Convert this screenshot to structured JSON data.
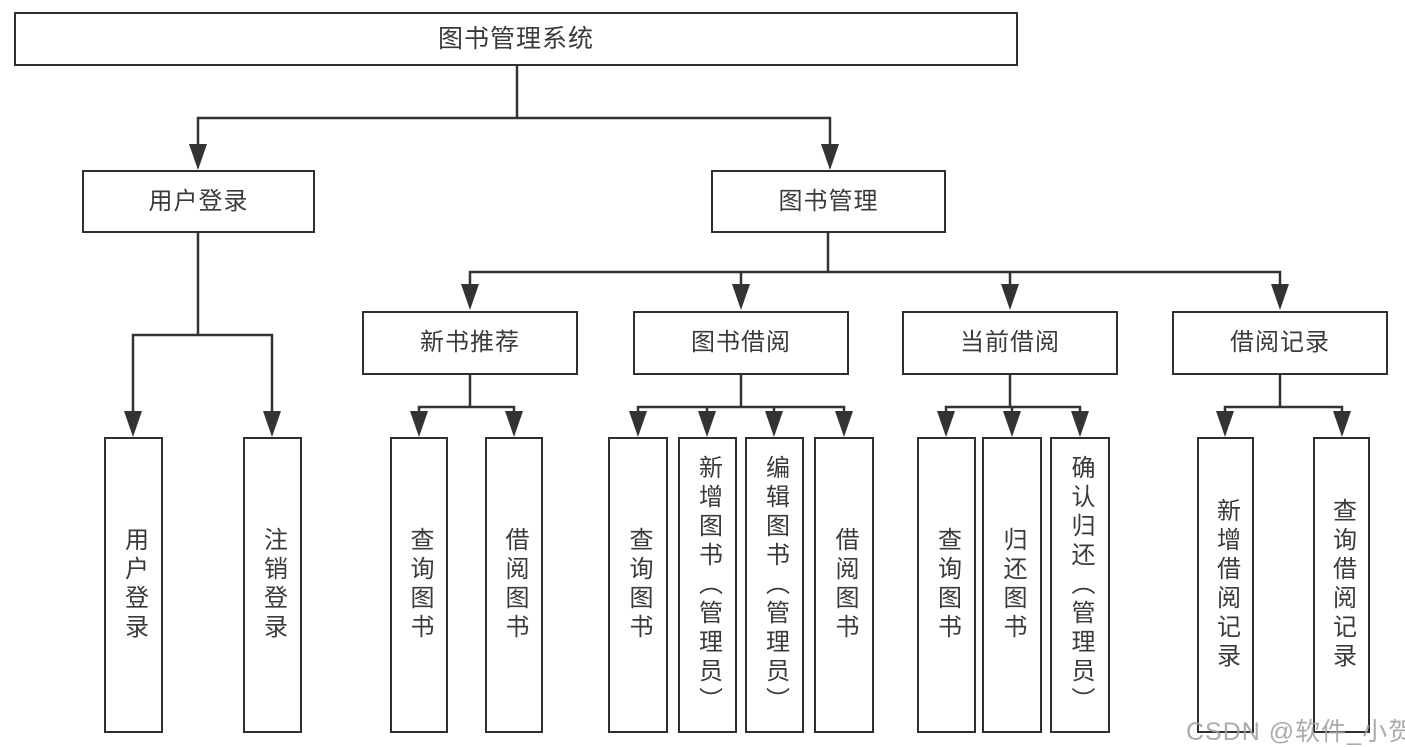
{
  "diagram": {
    "root": {
      "label": "图书管理系统"
    },
    "branches": [
      {
        "label": "用户登录",
        "leaves": [
          {
            "label": "用户登录"
          },
          {
            "label": "注销登录"
          }
        ]
      },
      {
        "label": "图书管理",
        "sections": [
          {
            "label": "新书推荐",
            "leaves": [
              {
                "label": "查询图书"
              },
              {
                "label": "借阅图书"
              }
            ]
          },
          {
            "label": "图书借阅",
            "leaves": [
              {
                "label": "查询图书"
              },
              {
                "label": "新增图书（管理员）"
              },
              {
                "label": "编辑图书（管理员）"
              },
              {
                "label": "借阅图书"
              }
            ]
          },
          {
            "label": "当前借阅",
            "leaves": [
              {
                "label": "查询图书"
              },
              {
                "label": "归还图书"
              },
              {
                "label": "确认归还（管理员）"
              }
            ]
          },
          {
            "label": "借阅记录",
            "leaves": [
              {
                "label": "新增借阅记录"
              },
              {
                "label": "查询借阅记录"
              }
            ]
          }
        ]
      }
    ]
  },
  "watermark": {
    "text": "CSDN @软件_小贺同学"
  },
  "colors": {
    "line": "#333333",
    "box_border": "#2f2f2f",
    "text": "#3a3a3a",
    "watermark": "#a3a3a3",
    "background": "#ffffff"
  }
}
